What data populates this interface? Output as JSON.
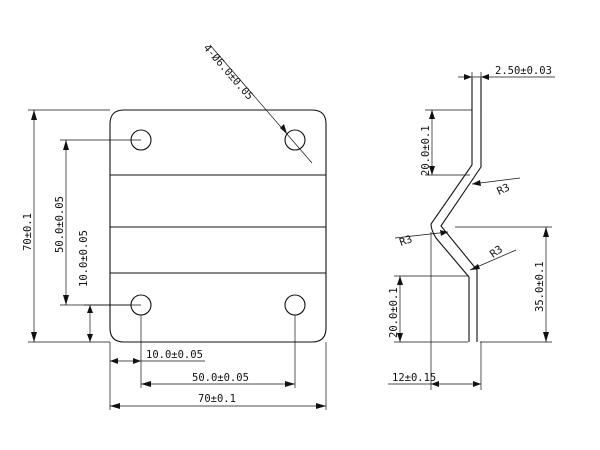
{
  "labels": {
    "holes": "4-Ø6.0±0.05",
    "thickness": "2.50±0.03",
    "plate_height": "70±0.1",
    "hole_pitch_vertical": "50.0±0.05",
    "hole_edge_vertical": "10.0±0.05",
    "hole_edge_horizontal": "10.0±0.05",
    "hole_pitch_horizontal": "50.0±0.05",
    "plate_width": "70±0.1",
    "top_flange": "20.0±0.1",
    "bottom_flange": "20.0±0.1",
    "bend_height": "35.0±0.1",
    "offset": "12±0.15",
    "radius_top": "R3",
    "radius_middle": "R3",
    "radius_bottom": "R3"
  }
}
